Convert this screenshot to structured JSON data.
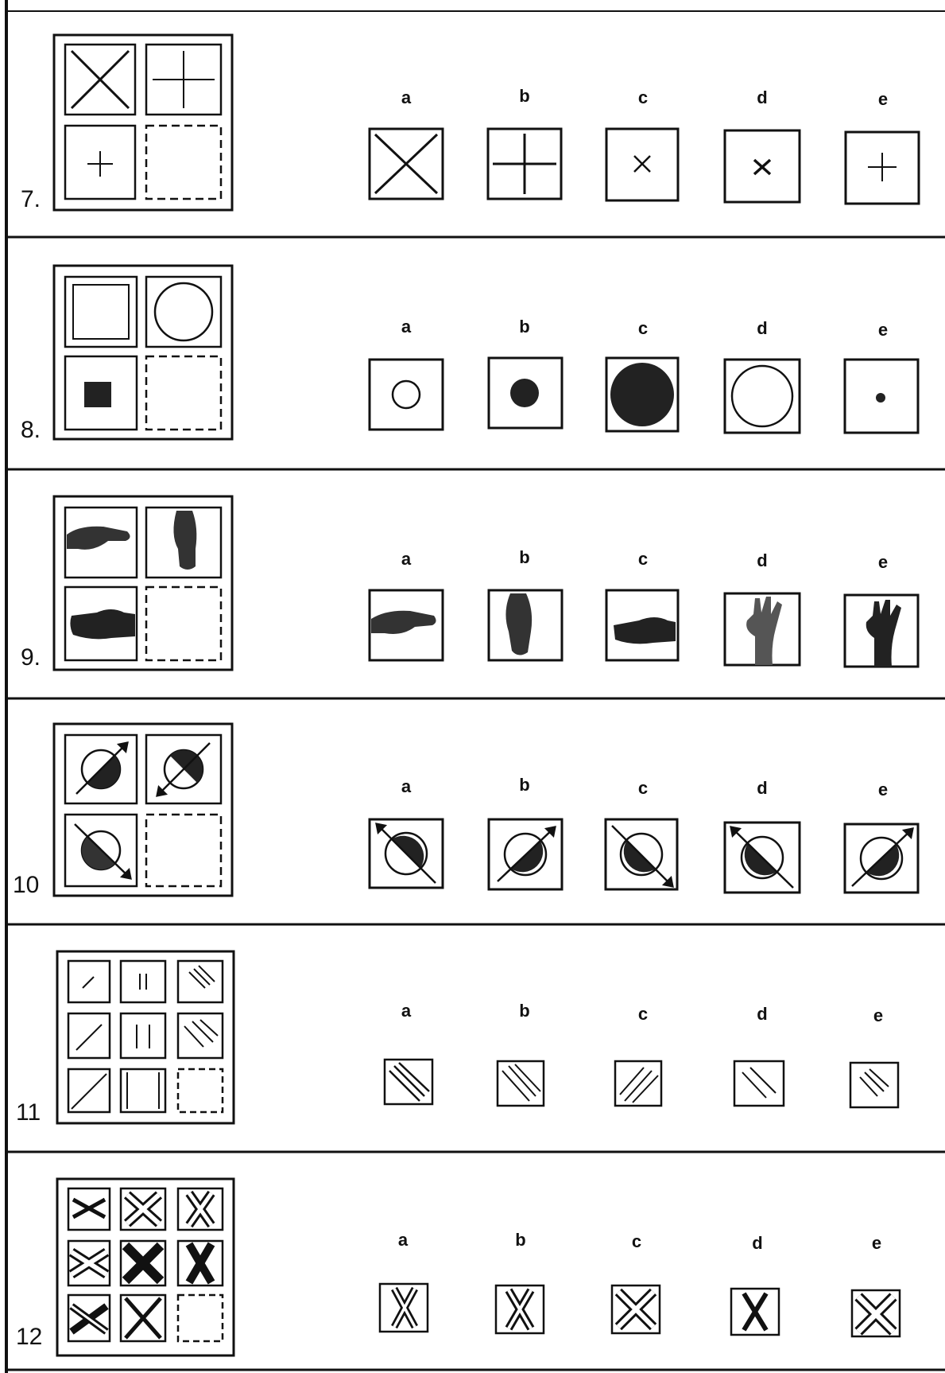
{
  "items": [
    {
      "number": "7.",
      "options": [
        "a",
        "b",
        "c",
        "d",
        "e"
      ]
    },
    {
      "number": "8.",
      "options": [
        "a",
        "b",
        "c",
        "d",
        "e"
      ]
    },
    {
      "number": "9.",
      "options": [
        "a",
        "b",
        "c",
        "d",
        "e"
      ]
    },
    {
      "number": "10",
      "options": [
        "a",
        "b",
        "c",
        "d",
        "e"
      ]
    },
    {
      "number": "11",
      "options": [
        "a",
        "b",
        "c",
        "d",
        "e"
      ]
    },
    {
      "number": "12",
      "options": [
        "a",
        "b",
        "c",
        "d",
        "e"
      ]
    }
  ]
}
